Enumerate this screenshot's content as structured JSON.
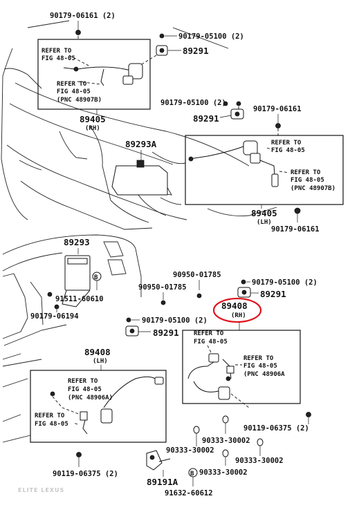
{
  "labels": {
    "p90179_06161_2": "90179-06161 (2)",
    "p90179_05100_2_top": "90179-05100 (2)",
    "p89291_top": "89291",
    "refer_a1_l1": "REFER TO",
    "refer_a1_l2": "FIG 48-05",
    "refer_a2_l1": "REFER TO",
    "refer_a2_l2": "FIG 48-05",
    "refer_a2_l3": "(PNC 48907B)",
    "p89405_rh": "89405",
    "p89405_rh_side": "(RH)",
    "p90179_05100_2_mid": "90179-05100 (2)",
    "p90179_06161_mid": "90179-06161",
    "p89291_mid": "89291",
    "p89293a": "89293A",
    "refer_b1_l1": "REFER TO",
    "refer_b1_l2": "FIG 48-05",
    "refer_b2_l1": "REFER TO",
    "refer_b2_l2": "FIG 48-05",
    "refer_b2_l3": "(PNC 48907B)",
    "p89405_lh": "89405",
    "p89405_lh_side": "(LH)",
    "p90179_06161_low": "90179-06161",
    "p89293": "89293",
    "p91511_60610": "91511-60610",
    "p90179_06194": "90179-06194",
    "b_marker": "B",
    "p90950_01785_a": "90950-01785",
    "p90950_01785_b": "90950-01785",
    "p90179_05100_2_r": "90179-05100 (2)",
    "p89291_r": "89291",
    "p89408_rh": "89408",
    "p89408_rh_side": "(RH)",
    "p90179_05100_2_c": "90179-05100 (2)",
    "p89291_c": "89291",
    "refer_c1_l1": "REFER TO",
    "refer_c1_l2": "FIG 48-05",
    "refer_c2_l1": "REFER TO",
    "refer_c2_l2": "FIG 48-05",
    "refer_c2_l3": "(PNC 48906A",
    "p89408_lh": "89408",
    "p89408_lh_side": "(LH)",
    "refer_d1_l1": "REFER TO",
    "refer_d1_l2": "FIG 48-05",
    "refer_d1_l3": "(PNC 48906A)",
    "refer_d2_l1": "REFER TO",
    "refer_d2_l2": "FIG 48-05",
    "p90119_06375_2_r": "90119-06375 (2)",
    "p90333_30002_a": "90333-30002",
    "p90333_30002_b": "90333-30002",
    "p90333_30002_c": "90333-30002",
    "p90333_30002_d": "90333-30002",
    "p90119_06375_2_l": "90119-06375 (2)",
    "p89191a": "89191A",
    "b_marker_2": "B",
    "p91632_60612": "91632-60612",
    "watermark": "ELITE LEXUS"
  },
  "highlight_color": "#e0141e",
  "line_color": "#111111"
}
